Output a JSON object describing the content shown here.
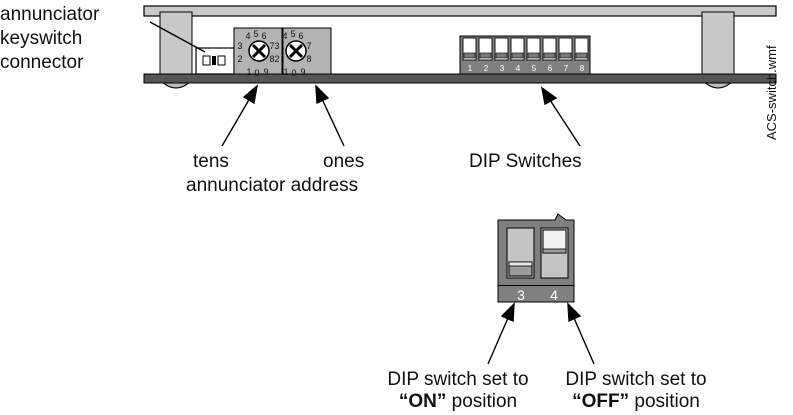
{
  "labels": {
    "keyswitch_line1": "annunciator",
    "keyswitch_line2": "keyswitch",
    "keyswitch_line3": "connector",
    "tens": "tens",
    "ones": "ones",
    "annunciator_address": "annunciator address",
    "dip_switches": "DIP Switches",
    "on_line1": "DIP switch set to",
    "on_quote": "“ON”",
    "on_rest": " position",
    "off_line1": "DIP switch set to",
    "off_quote": "“OFF”",
    "off_rest": " position",
    "filename": "ACS-switch.wmf"
  },
  "rotary_digits": [
    "4",
    "5",
    "6",
    "3",
    "7",
    "2",
    "8",
    "1",
    "0",
    "9"
  ],
  "dip_numbers": [
    "1",
    "2",
    "3",
    "4",
    "5",
    "6",
    "7",
    "8"
  ],
  "detail_numbers": [
    "3",
    "4"
  ],
  "colors": {
    "board": "#555555",
    "panel": "#bdbdbd",
    "switch_body": "#808080",
    "line": "#000000"
  }
}
